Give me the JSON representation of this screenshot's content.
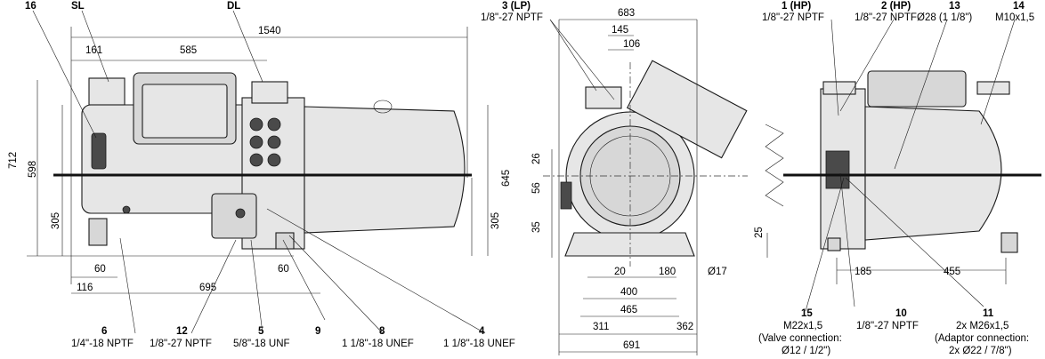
{
  "left_view": {
    "callouts_top": [
      {
        "id": "c16",
        "text": "16"
      },
      {
        "id": "cSL",
        "text": "SL"
      },
      {
        "id": "cDL",
        "text": "DL"
      }
    ],
    "dims_h": [
      {
        "id": "d161",
        "text": "161"
      },
      {
        "id": "d585",
        "text": "585"
      },
      {
        "id": "d1540",
        "text": "1540"
      },
      {
        "id": "d60a",
        "text": "60"
      },
      {
        "id": "d60b",
        "text": "60"
      },
      {
        "id": "d116",
        "text": "116"
      },
      {
        "id": "d695",
        "text": "695"
      }
    ],
    "dims_v": [
      {
        "id": "d712",
        "text": "712"
      },
      {
        "id": "d598",
        "text": "598"
      },
      {
        "id": "d305a",
        "text": "305"
      },
      {
        "id": "d645",
        "text": "645"
      },
      {
        "id": "d305b",
        "text": "305"
      }
    ],
    "callouts_bottom": [
      {
        "num": "6",
        "spec": "1/4\"-18 NPTF"
      },
      {
        "num": "12",
        "spec": "1/8\"-27 NPTF"
      },
      {
        "num": "5",
        "spec": "5/8\"-18 UNF"
      },
      {
        "num": "9",
        "spec": ""
      },
      {
        "num": "8",
        "spec": "1 1/8\"-18 UNEF"
      },
      {
        "num": "4",
        "spec": "1 1/8\"-18 UNEF"
      }
    ]
  },
  "middle_view": {
    "callout_top": {
      "num": "3 (LP)",
      "spec": "1/8\"-27 NPTF"
    },
    "dims": {
      "w683": "683",
      "w145": "145",
      "w106": "106",
      "v26": "26",
      "v56": "56",
      "v35": "35",
      "w20": "20",
      "w180": "180",
      "d17": "Ø17",
      "w400": "400",
      "w465": "465",
      "w311": "311",
      "w362": "362",
      "w691": "691"
    }
  },
  "right_view": {
    "callouts_top": [
      {
        "num": "1 (HP)",
        "spec": "1/8\"-27 NPTF"
      },
      {
        "num": "2 (HP)",
        "spec": "1/8\"-27 NPTF"
      },
      {
        "num": "13",
        "spec": "Ø28 (1 1/8\")"
      },
      {
        "num": "14",
        "spec": "M10x1,5"
      }
    ],
    "dims": {
      "v25": "25",
      "w185": "185",
      "w455": "455"
    },
    "callouts_bottom": [
      {
        "num": "15",
        "lines": [
          "M22x1,5",
          "(Valve connection:",
          "Ø12 / 1/2\")"
        ]
      },
      {
        "num": "10",
        "lines": [
          "1/8\"-27 NPTF"
        ]
      },
      {
        "num": "11",
        "lines": [
          "2x M26x1,5",
          "(Adaptor connection:",
          "2x Ø22 / 7/8\")"
        ]
      }
    ]
  }
}
